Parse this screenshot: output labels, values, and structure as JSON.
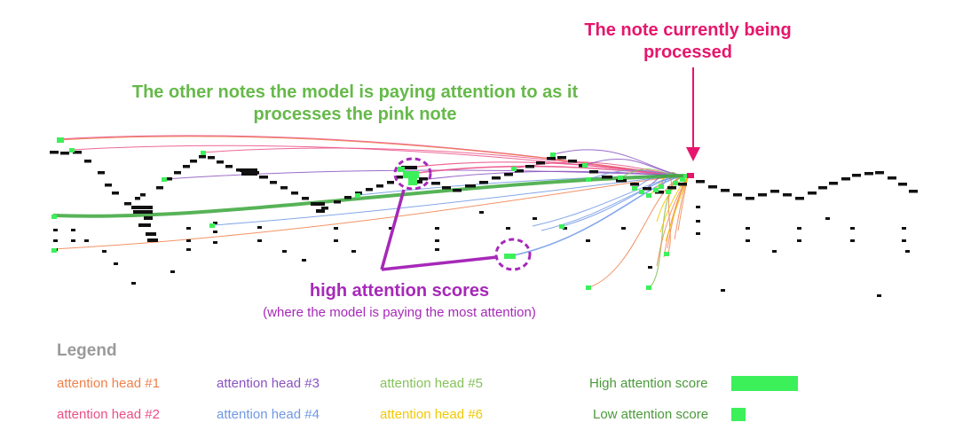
{
  "annotations": {
    "current_note": "The note currently being processed",
    "other_notes": "The other notes the model is paying attention to as it processes the pink note",
    "high_scores": "high attention scores",
    "high_scores_sub": "(where the model is paying the most attention)"
  },
  "legend": {
    "title": "Legend",
    "heads": [
      {
        "label": "attention head #1",
        "color": "#f0804a"
      },
      {
        "label": "attention head #2",
        "color": "#ea4e86"
      },
      {
        "label": "attention head #3",
        "color": "#8a52c0"
      },
      {
        "label": "attention head #4",
        "color": "#6f98e4"
      },
      {
        "label": "attention head #5",
        "color": "#86c25a"
      },
      {
        "label": "attention head #6",
        "color": "#f2c800"
      }
    ],
    "high_label": "High attention score",
    "low_label": "Low attention score"
  },
  "colors": {
    "pink": "#e6166c",
    "green_text": "#66b94a",
    "magenta": "#a629b8",
    "note": "#111111",
    "attn_fill": "#3cf05a",
    "legend_title": "#9a9a9a"
  }
}
